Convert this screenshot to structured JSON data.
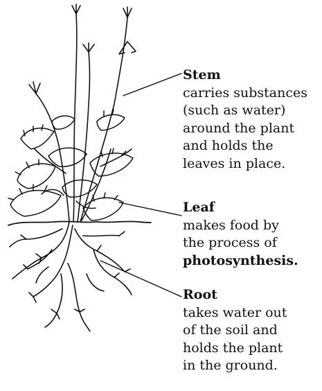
{
  "diagram": {
    "stem": {
      "title": "Stem",
      "lines": [
        "carries substances",
        "(such as water)",
        "around the plant",
        "and holds the",
        "leaves in place."
      ]
    },
    "leaf": {
      "title": "Leaf",
      "lines": [
        "makes food by",
        "the process of"
      ],
      "term": "photosynthesis."
    },
    "root": {
      "title": "Root",
      "lines": [
        "takes water out",
        "of the soil and",
        "holds the plant",
        "in the ground."
      ]
    }
  },
  "colors": {
    "ink": "#111111",
    "background": "#ffffff"
  }
}
